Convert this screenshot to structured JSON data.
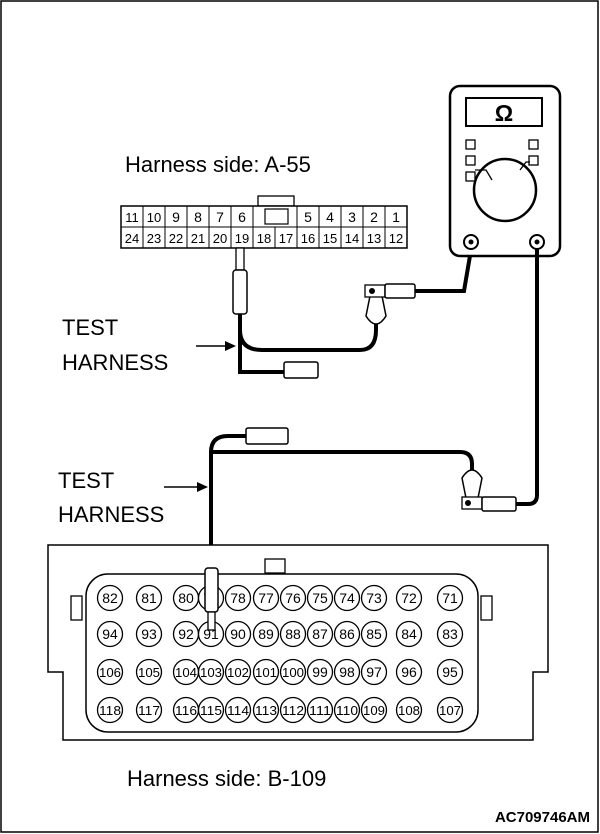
{
  "labels": {
    "harness_top": "Harness side: A-55",
    "test_harness_1_line1": "TEST",
    "test_harness_1_line2": "HARNESS",
    "test_harness_2_line1": "TEST",
    "test_harness_2_line2": "HARNESS",
    "harness_bottom": "Harness side: B-109",
    "figure_code": "AC709746AM",
    "meter_symbol": "Ω"
  },
  "connector_a55": {
    "top_left": [
      "11",
      "10",
      "9",
      "8",
      "7",
      "6"
    ],
    "top_right": [
      "5",
      "4",
      "3",
      "2",
      "1"
    ],
    "bottom": [
      "24",
      "23",
      "22",
      "21",
      "20",
      "19",
      "18",
      "17",
      "16",
      "15",
      "14",
      "13",
      "12"
    ]
  },
  "connector_b109": {
    "rows": [
      [
        "82",
        "81",
        "80",
        "79",
        "78",
        "77",
        "76",
        "75",
        "74",
        "73",
        "72",
        "71"
      ],
      [
        "94",
        "93",
        "92",
        "91",
        "90",
        "89",
        "88",
        "87",
        "86",
        "85",
        "84",
        "83"
      ],
      [
        "106",
        "105",
        "104",
        "103",
        "102",
        "101",
        "100",
        "99",
        "98",
        "97",
        "96",
        "95"
      ],
      [
        "118",
        "117",
        "116",
        "115",
        "114",
        "113",
        "112",
        "111",
        "110",
        "109",
        "108",
        "107"
      ]
    ]
  }
}
